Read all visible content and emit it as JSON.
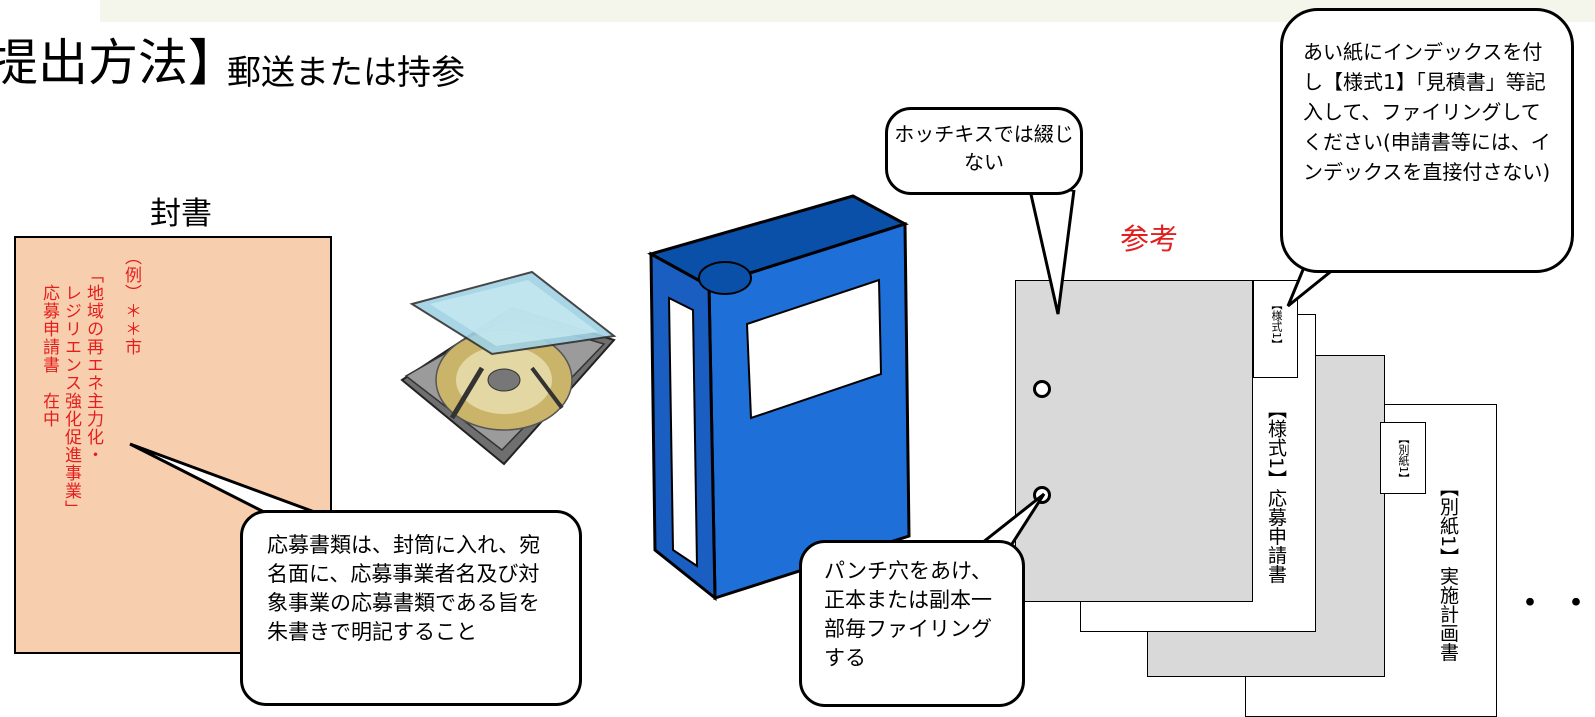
{
  "title": {
    "main": "提出方法】",
    "sub": "郵送または持参"
  },
  "envelope": {
    "label": "封書",
    "example_col": "（例）",
    "city_col": "＊＊市",
    "project_col1": "「地域の再エネ主力化・",
    "project_col2": "レジリエンス強化促進事業」",
    "apply_col": "応募申請書　在中",
    "background_color": "#f8cfae",
    "text_color": "#e41e1e"
  },
  "callouts": {
    "envelope_note": "応募書類は、封筒に入れ、宛名面に、応募事業者名及び対象事業の応募書類である旨を朱書きで明記すること",
    "staple_note": "ホッチキスでは綴じない",
    "punch_note": "パンチ穴をあけ、正本または副本一部毎ファイリングする",
    "index_note": "あい紙にインデックスを付し【様式1】「見積書」等記入して、ファイリングしてください(申請書等には、インデックスを直接付さない)"
  },
  "reference": {
    "label": "参考",
    "tab1": "【様式1】",
    "sheet1_title": "【様式1】応募申請書",
    "tab2": "【別紙1】",
    "sheet2_title": "【別紙1】実施計画書",
    "ellipsis": "・・"
  },
  "icons": [
    "cd-case-icon",
    "binder-icon"
  ],
  "colors": {
    "binder_blue": "#1f6fd8",
    "accent_red": "#e41e1e",
    "sheet_gray": "#d9d9d9"
  }
}
